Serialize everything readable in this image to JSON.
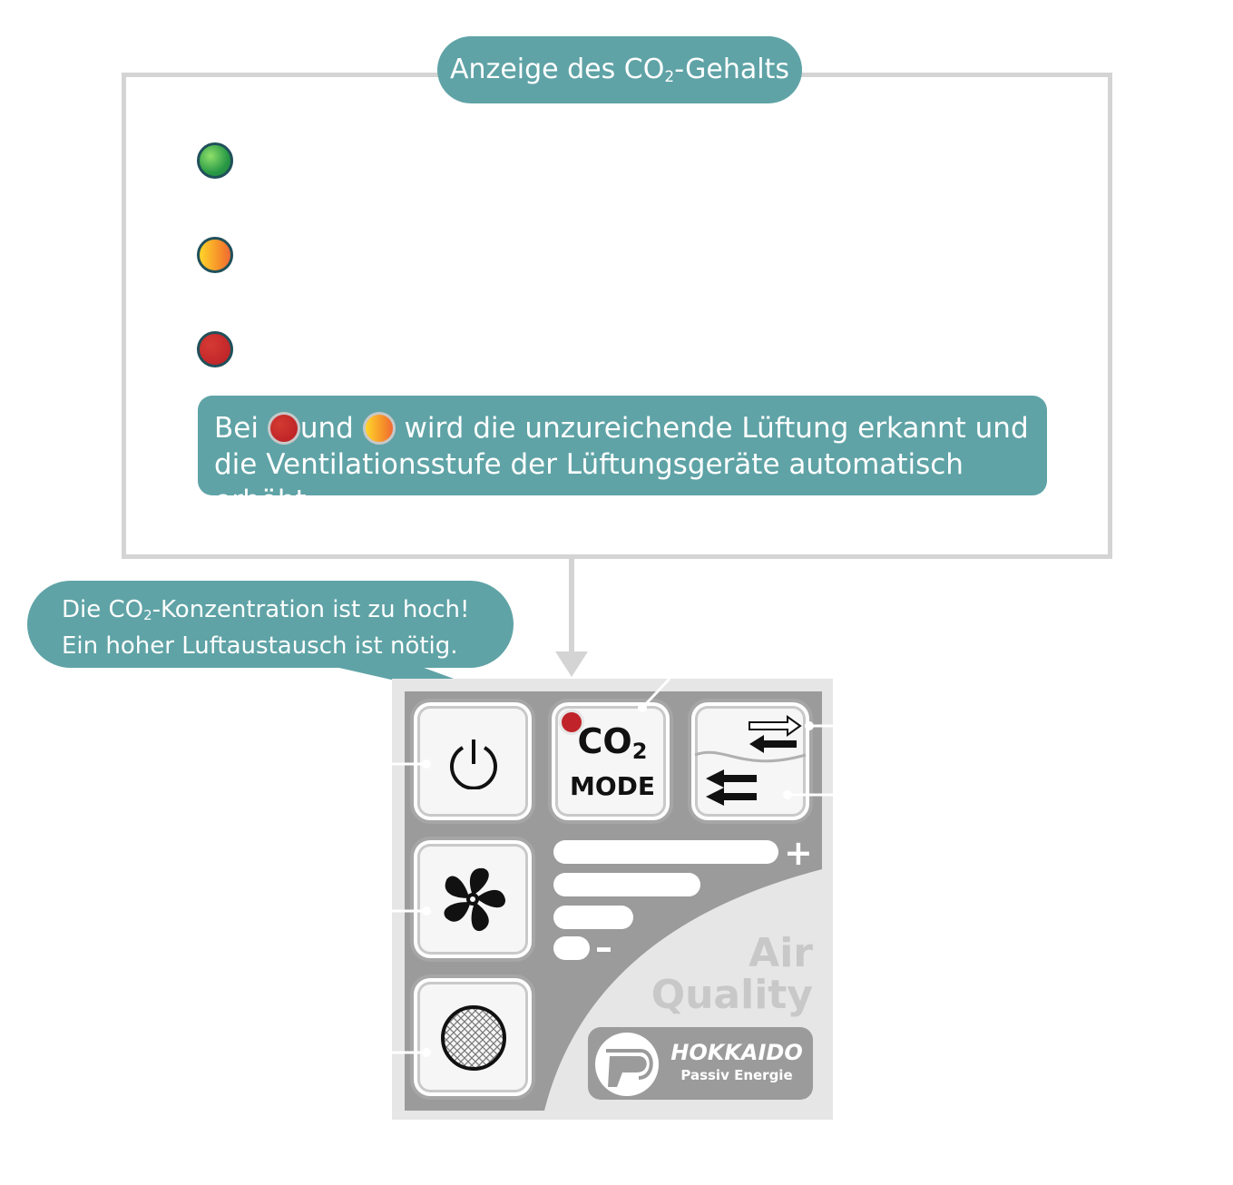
{
  "title": {
    "prefix": "Anzeige des CO",
    "subscript": "2",
    "suffix": "-Gehalts"
  },
  "levels": [
    {
      "color": "green",
      "icon": "green-led-icon"
    },
    {
      "color": "orange",
      "icon": "orange-led-icon"
    },
    {
      "color": "red",
      "icon": "red-led-icon"
    }
  ],
  "note": {
    "part1": "Bei",
    "part2": "und",
    "part3": "wird die unzureichende Lüftung erkannt und",
    "line2": "die Ventilationsstufe der Lüftungsgeräte automatisch erhöht."
  },
  "bubble": {
    "line1_prefix": "Die CO",
    "line1_subscript": "2",
    "line1_suffix": "-Konzentration ist zu hoch!",
    "line2": "Ein hoher Luftaustausch ist nötig."
  },
  "panel": {
    "co2_text": "CO",
    "co2_subscript": "2",
    "mode_label": "MODE",
    "plus_symbol": "+",
    "minus_symbol": "–",
    "brand_line1": "Air",
    "brand_line2": "Quality",
    "logo_name": "HOKKAIDO",
    "logo_sub": "Passiv Energie"
  },
  "colors": {
    "teal": "#5fa3a6",
    "panel_gray": "#9b9b9b",
    "panel_light": "#e6e6e7",
    "led_red": "#c0232a",
    "led_green": "#2a9a46",
    "led_orange": "#f58a2a"
  }
}
